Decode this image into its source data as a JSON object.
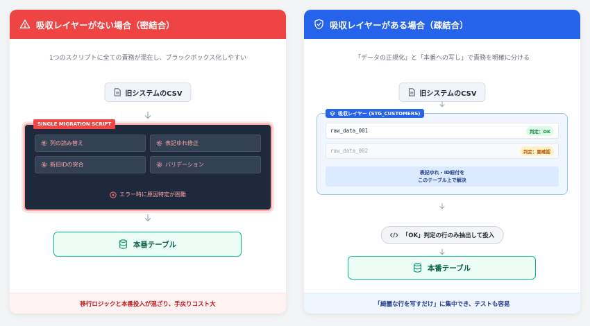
{
  "left": {
    "title": "吸収レイヤーがない場合（密結合）",
    "subtitle": "1つのスクリプトに全ての責務が混在し、ブラックボックス化しやすい",
    "source": "旧システムのCSV",
    "script_label": "SINGLE MIGRATION SCRIPT",
    "tasks": [
      "列の読み替え",
      "表記ゆれ修正",
      "新旧IDの突合",
      "バリデーション"
    ],
    "warning": "エラー時に原因特定が困難",
    "target": "本番テーブル",
    "footer": "移行ロジックと本番投入が混ざり、手戻りコスト大",
    "colors": {
      "accent": "#ef4444",
      "script_bg": "#1e293b"
    }
  },
  "right": {
    "title": "吸収レイヤーがある場合（疎結合）",
    "subtitle": "「データの正規化」と「本番への写し」で責務を明確に分ける",
    "source": "旧システムのCSV",
    "layer_label": "吸収レイヤー (STG_CUSTOMERS)",
    "rows": [
      {
        "name": "raw_data_001",
        "badge": "判定：OK"
      },
      {
        "name": "raw_data_002",
        "badge": "判定：要確認"
      }
    ],
    "note_line1": "表記ゆれ・ID紐付を",
    "note_line2": "このテーブル上で解決",
    "filter": "「OK」判定の行のみ抽出して投入",
    "target": "本番テーブル",
    "footer": "「綺麗な行を写すだけ」に集中でき、テストも容易",
    "colors": {
      "accent": "#2563eb"
    }
  }
}
